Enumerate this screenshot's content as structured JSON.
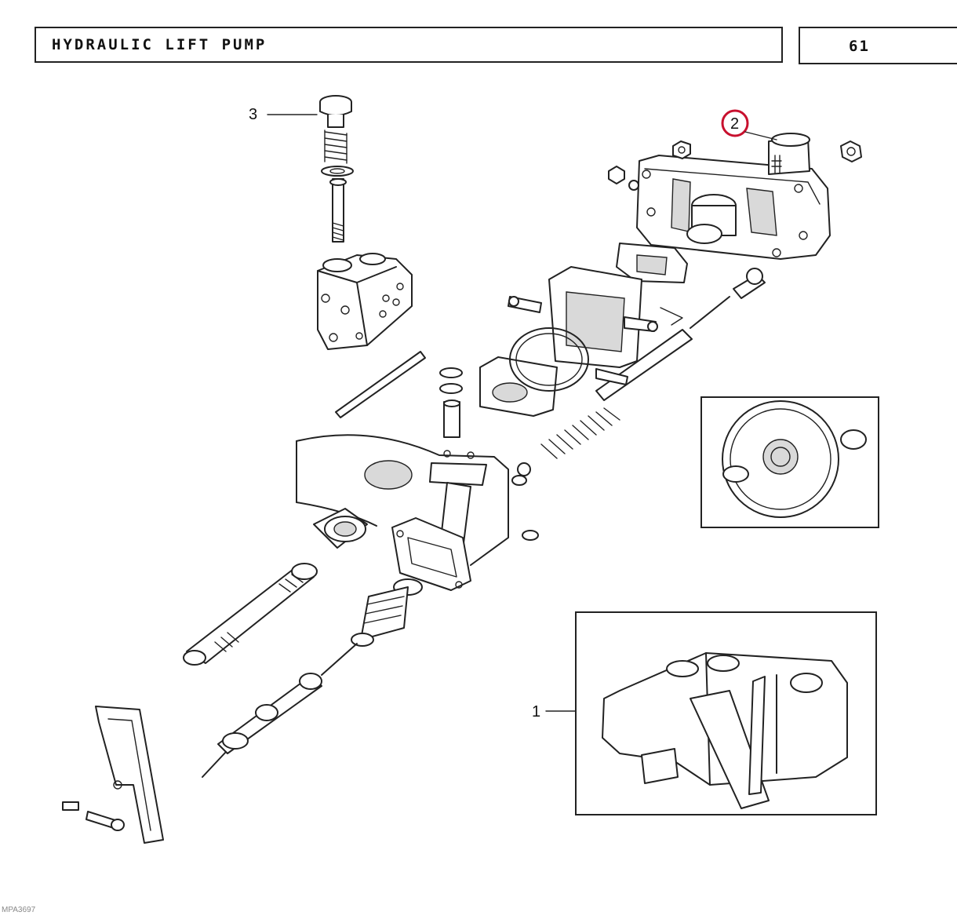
{
  "header": {
    "title": "HYDRAULIC LIFT PUMP",
    "page_number": "61"
  },
  "callouts": [
    {
      "id": "1",
      "label": "1"
    },
    {
      "id": "2",
      "label": "2",
      "highlight_color": "#c8102e"
    },
    {
      "id": "3",
      "label": "3"
    }
  ],
  "footer": {
    "image_code": "MPA3697"
  }
}
